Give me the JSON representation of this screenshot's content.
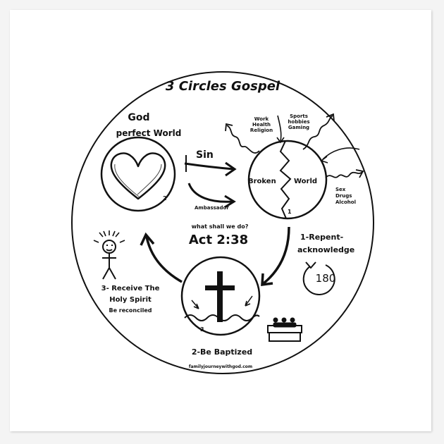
{
  "title": "3 Circles Gospel",
  "god_label": "God",
  "perfect_world_label": "perfect World",
  "sin_label": "Sin",
  "broken_label": "Broken",
  "world_label": "World",
  "work_labels": [
    "Work",
    "Health",
    "Religion"
  ],
  "sports_labels": [
    "Sports",
    "hobbies",
    "Gaming"
  ],
  "sex_labels": [
    "Sex",
    "Drugs",
    "Alcohol"
  ],
  "ambassador_label": "Ambassador",
  "what_shall_label": "what shall we do?",
  "verse_label": "Act 2:38",
  "repent_label": "1-Repent-",
  "acknowledge_label": "acknowledge",
  "turn_number": "180",
  "baptized_label": "2-Be Baptized",
  "receive_label": "3- Receive The",
  "holy_spirit_label": "Holy Spirit",
  "reconciled_label": "Be reconciled",
  "circle_numbers": {
    "broken": "1",
    "god": "2",
    "baptism": "3"
  },
  "website": "familyjourneywithgod.com",
  "colors": {
    "ink": "#111111",
    "paper": "#ffffff",
    "background": "#f4f4f4"
  }
}
